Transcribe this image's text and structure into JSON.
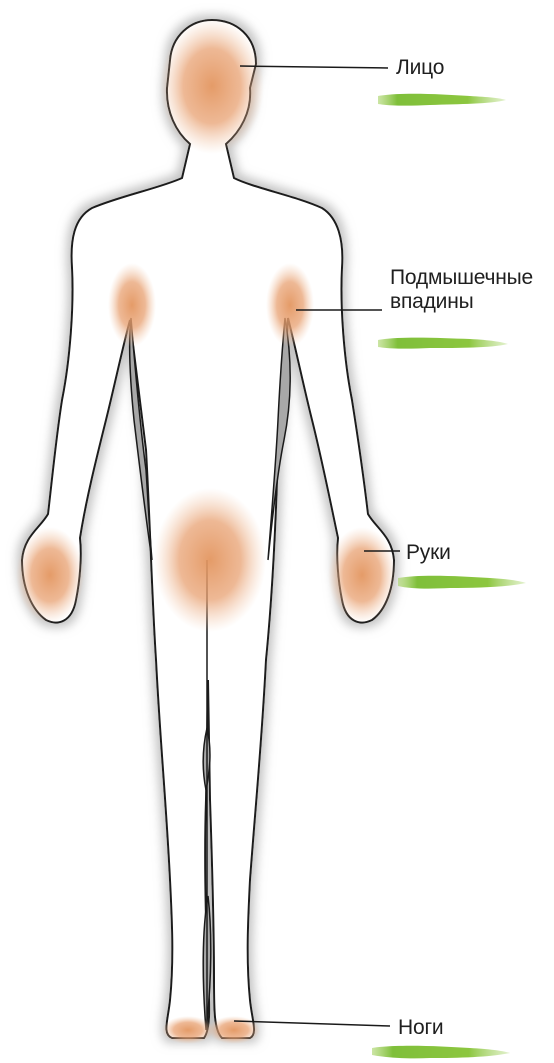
{
  "labels": {
    "face": "Лицо",
    "armpits_line1": "Подмышечные",
    "armpits_line2": "впадины",
    "hands": "Руки",
    "feet": "Ноги"
  },
  "colors": {
    "zone_fill": "#e8a172",
    "outline": "#1a1a1a",
    "body_fill": "#ffffff",
    "halo": "#c8c8c8",
    "gap_fill": "#9a9a9a",
    "brush_stroke": "#8cc63f"
  }
}
